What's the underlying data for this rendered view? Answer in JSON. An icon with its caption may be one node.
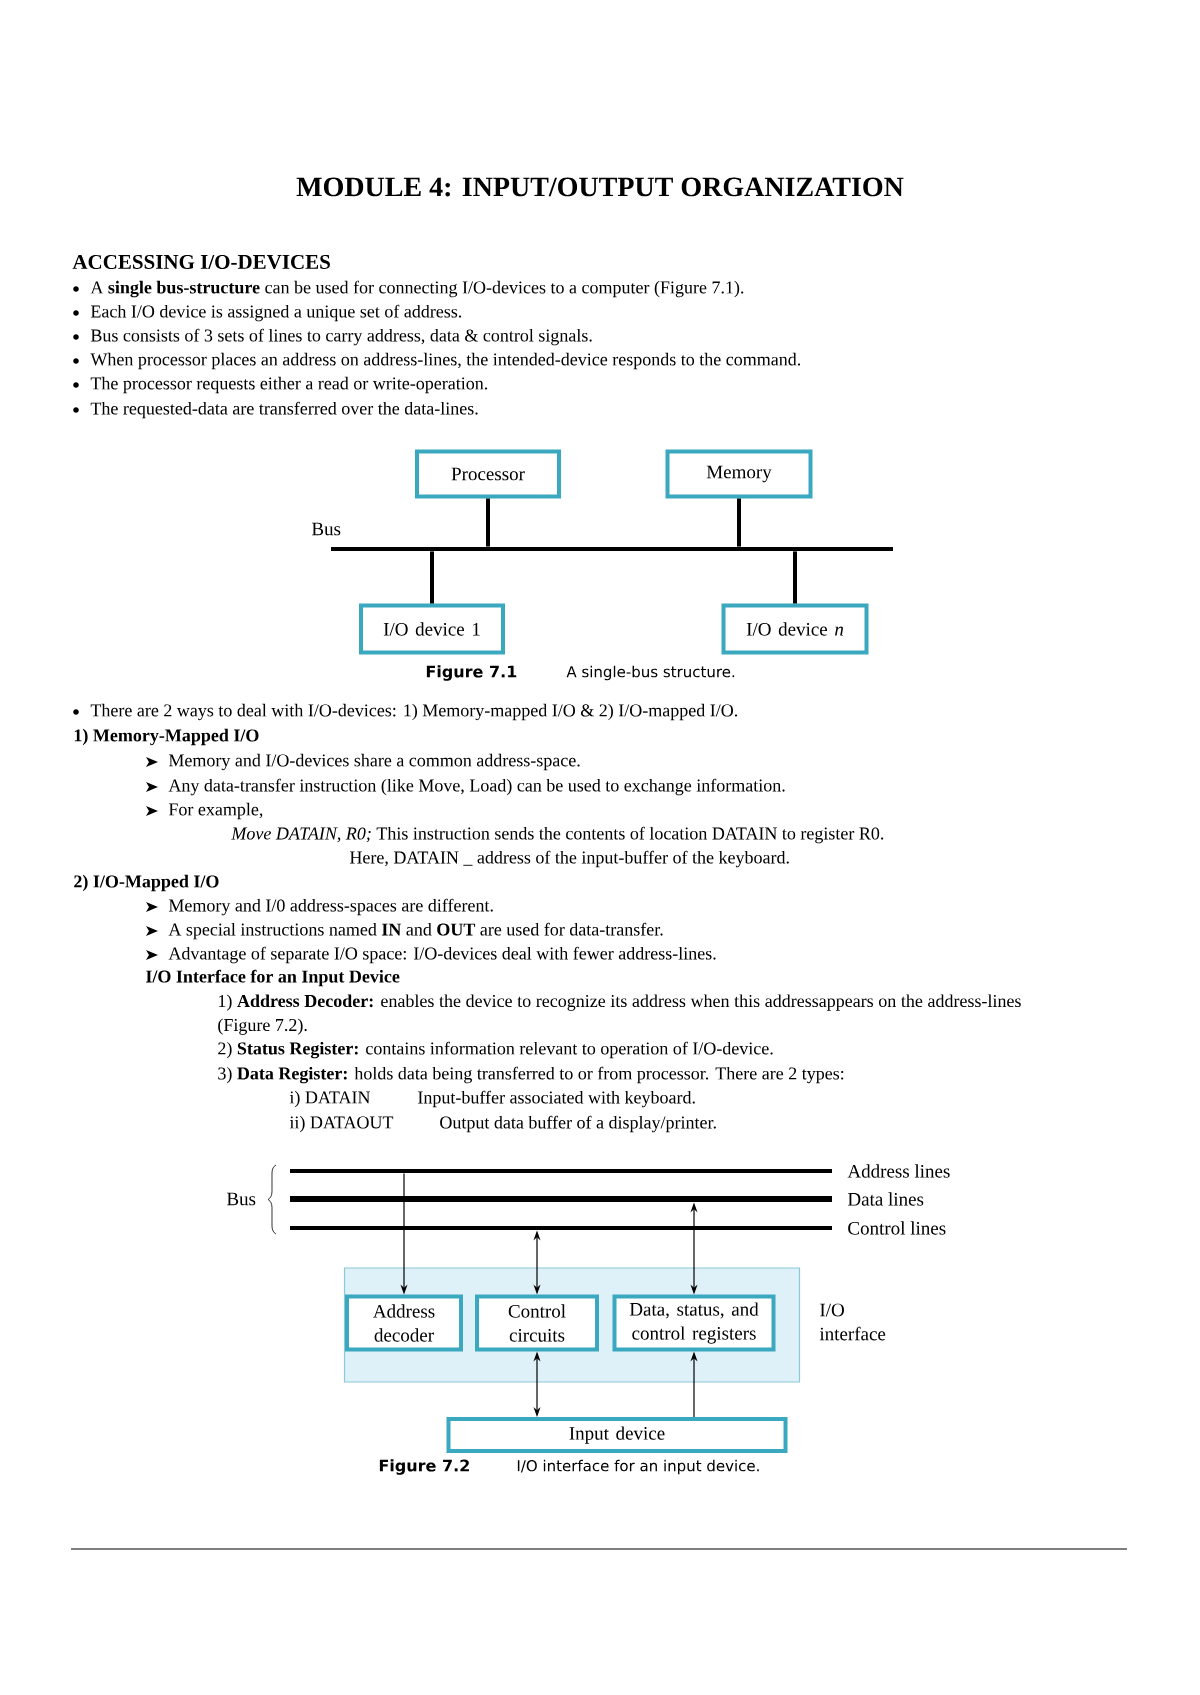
{
  "diagram": {
    "title": "MODULE 4: INPUT/OUTPUT ORGANIZATION",
    "nodes": [
      {
        "text": [
          "Processor"
        ]
      },
      {
        "text": [
          "Memory"
        ]
      },
      {
        "text": [],
        "shape": "bar",
        "beside": [
          "Bus"
        ]
      },
      {
        "text": [
          "I/O device 1"
        ]
      },
      {
        "text": [
          "I/O device *n*"
        ]
      },
      {
        "text": [],
        "shape": "bar",
        "beside": [
          "Address lines"
        ]
      },
      {
        "text": [],
        "shape": "bar",
        "beside": [
          "Data lines"
        ]
      },
      {
        "text": [],
        "shape": "bar",
        "beside": [
          "Control lines"
        ]
      },
      {
        "text": [
          "I/O interface"
        ]
      },
      {
        "text": [
          "Address decoder"
        ],
        "in": 8
      },
      {
        "text": [
          "Control circuits"
        ],
        "in": 8
      },
      {
        "text": [
          "Data, status, and control registers"
        ],
        "in": 8
      },
      {
        "text": [
          "Input device"
        ]
      }
    ],
    "edges": [
      {
        "from": 0,
        "to": 2,
        "arrow": "none",
        "style": "thick"
      },
      {
        "from": 1,
        "to": 2,
        "arrow": "none",
        "style": "thick"
      },
      {
        "from": 3,
        "to": 2,
        "arrow": "none",
        "style": "thick"
      },
      {
        "from": 4,
        "to": 2,
        "arrow": "none",
        "style": "thick"
      },
      {
        "from": 5,
        "to": 9,
        "arrow": "to"
      },
      {
        "from": 7,
        "to": 10,
        "arrow": "both"
      },
      {
        "from": 6,
        "to": 11,
        "arrow": "both"
      },
      {
        "from": 10,
        "to": 12,
        "arrow": "both"
      },
      {
        "from": 12,
        "to": 11,
        "arrow": "to"
      }
    ],
    "labels": [
      "ACCESSING I/O-DEVICES",
      "A **single bus-structure** can be used for connecting I/O-devices to a computer (Figure 7.1).",
      "Each I/O device is assigned a unique set of address.",
      "Bus consists of 3 sets of lines to carry address, data & control signals.",
      "When processor places an address on address-lines, the intended-device responds to the command.",
      "The processor requests either a read or write-operation.",
      "The requested-data are transferred over the data-lines.",
      "Figure 7.1",
      "A single-bus structure.",
      "There are 2 ways to deal with I/O-devices: 1) Memory-mapped I/O & 2) I/O-mapped I/O.",
      "1) Memory-Mapped I/O",
      "Memory and I/O-devices share a common address-space.",
      "Any data-transfer instruction (like Move, Load) can be used to exchange information.",
      "For example,",
      "*Move DATAIN, R0;* This instruction sends the contents of location DATAIN to register R0.",
      "Here, DATAIN _ address of the input-buffer of the keyboard.",
      "2) I/O-Mapped I/O",
      "Memory and I/0 address-spaces are different.",
      "A special instructions named **IN** and **OUT** are used for data-transfer.",
      "Advantage of separate I/O space: I/O-devices deal with fewer address-lines.",
      "I/O Interface for an Input Device",
      "1) **Address Decoder:** enables the device to recognize its address when this addressappears on the address-lines (Figure 7.2).",
      "2) **Status Register:** contains information relevant to operation of I/O-device.",
      "3) **Data Register:** holds data being transferred to or from processor. There are 2 types:",
      "i) DATAIN",
      "Input-buffer associated with keyboard.",
      "ii) DATAOUT",
      "Output data buffer of a display/printer.",
      "Bus",
      "Figure 7.2",
      "I/O interface for an input device."
    ]
  }
}
